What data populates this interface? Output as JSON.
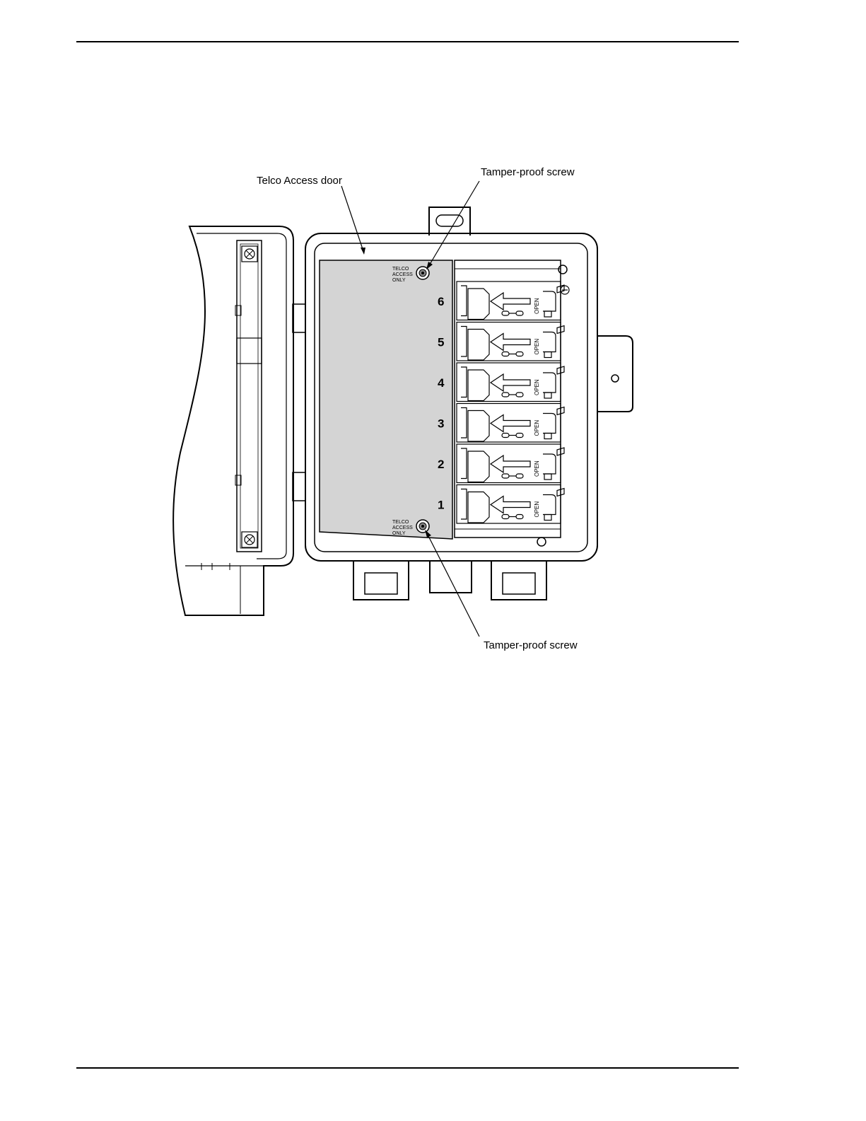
{
  "labels": {
    "telco_access_door": "Telco Access door",
    "tamper_screw_top": "Tamper-proof screw",
    "tamper_screw_bottom": "Tamper-proof screw"
  },
  "screw_plate_text": [
    "TELCO",
    "ACCESS",
    "ONLY"
  ],
  "slots": [
    {
      "number": "6",
      "open_label": "OPEN"
    },
    {
      "number": "5",
      "open_label": "OPEN"
    },
    {
      "number": "4",
      "open_label": "OPEN"
    },
    {
      "number": "3",
      "open_label": "OPEN"
    },
    {
      "number": "2",
      "open_label": "OPEN"
    },
    {
      "number": "1",
      "open_label": "OPEN"
    }
  ],
  "colors": {
    "line": "#000000",
    "access_door_fill": "#d4d4d4",
    "background": "#ffffff"
  }
}
